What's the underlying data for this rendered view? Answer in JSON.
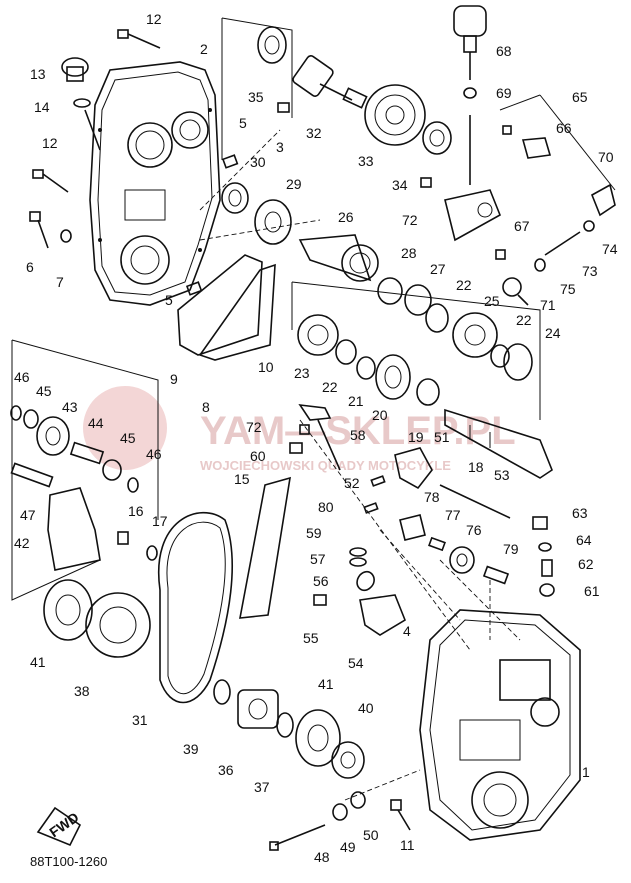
{
  "diagram": {
    "drawing_code": "88T100-1260",
    "fwd_label": "FWD",
    "watermark": {
      "main": "YAM—SKLEP.PL",
      "sub": "WOJCIECHOWSKI  QUADY  MOTOCYKLE"
    },
    "callouts": [
      {
        "id": "1"
      },
      {
        "id": "2"
      },
      {
        "id": "3"
      },
      {
        "id": "4"
      },
      {
        "id": "5"
      },
      {
        "id": "5"
      },
      {
        "id": "6"
      },
      {
        "id": "7"
      },
      {
        "id": "8"
      },
      {
        "id": "9"
      },
      {
        "id": "10"
      },
      {
        "id": "11"
      },
      {
        "id": "12"
      },
      {
        "id": "12"
      },
      {
        "id": "13"
      },
      {
        "id": "14"
      },
      {
        "id": "15"
      },
      {
        "id": "16"
      },
      {
        "id": "17"
      },
      {
        "id": "18"
      },
      {
        "id": "19"
      },
      {
        "id": "20"
      },
      {
        "id": "21"
      },
      {
        "id": "22"
      },
      {
        "id": "22"
      },
      {
        "id": "22"
      },
      {
        "id": "23"
      },
      {
        "id": "24"
      },
      {
        "id": "25"
      },
      {
        "id": "26"
      },
      {
        "id": "27"
      },
      {
        "id": "28"
      },
      {
        "id": "29"
      },
      {
        "id": "30"
      },
      {
        "id": "31"
      },
      {
        "id": "32"
      },
      {
        "id": "33"
      },
      {
        "id": "34"
      },
      {
        "id": "35"
      },
      {
        "id": "36"
      },
      {
        "id": "37"
      },
      {
        "id": "38"
      },
      {
        "id": "39"
      },
      {
        "id": "40"
      },
      {
        "id": "41"
      },
      {
        "id": "41"
      },
      {
        "id": "42"
      },
      {
        "id": "43"
      },
      {
        "id": "44"
      },
      {
        "id": "45"
      },
      {
        "id": "45"
      },
      {
        "id": "46"
      },
      {
        "id": "46"
      },
      {
        "id": "47"
      },
      {
        "id": "48"
      },
      {
        "id": "49"
      },
      {
        "id": "50"
      },
      {
        "id": "51"
      },
      {
        "id": "52"
      },
      {
        "id": "53"
      },
      {
        "id": "54"
      },
      {
        "id": "55"
      },
      {
        "id": "56"
      },
      {
        "id": "57"
      },
      {
        "id": "58"
      },
      {
        "id": "59"
      },
      {
        "id": "60"
      },
      {
        "id": "61"
      },
      {
        "id": "62"
      },
      {
        "id": "63"
      },
      {
        "id": "64"
      },
      {
        "id": "65"
      },
      {
        "id": "66"
      },
      {
        "id": "67"
      },
      {
        "id": "68"
      },
      {
        "id": "69"
      },
      {
        "id": "70"
      },
      {
        "id": "71"
      },
      {
        "id": "72"
      },
      {
        "id": "72"
      },
      {
        "id": "73"
      },
      {
        "id": "74"
      },
      {
        "id": "75"
      },
      {
        "id": "76"
      },
      {
        "id": "77"
      },
      {
        "id": "78"
      },
      {
        "id": "79"
      },
      {
        "id": "80"
      }
    ]
  }
}
